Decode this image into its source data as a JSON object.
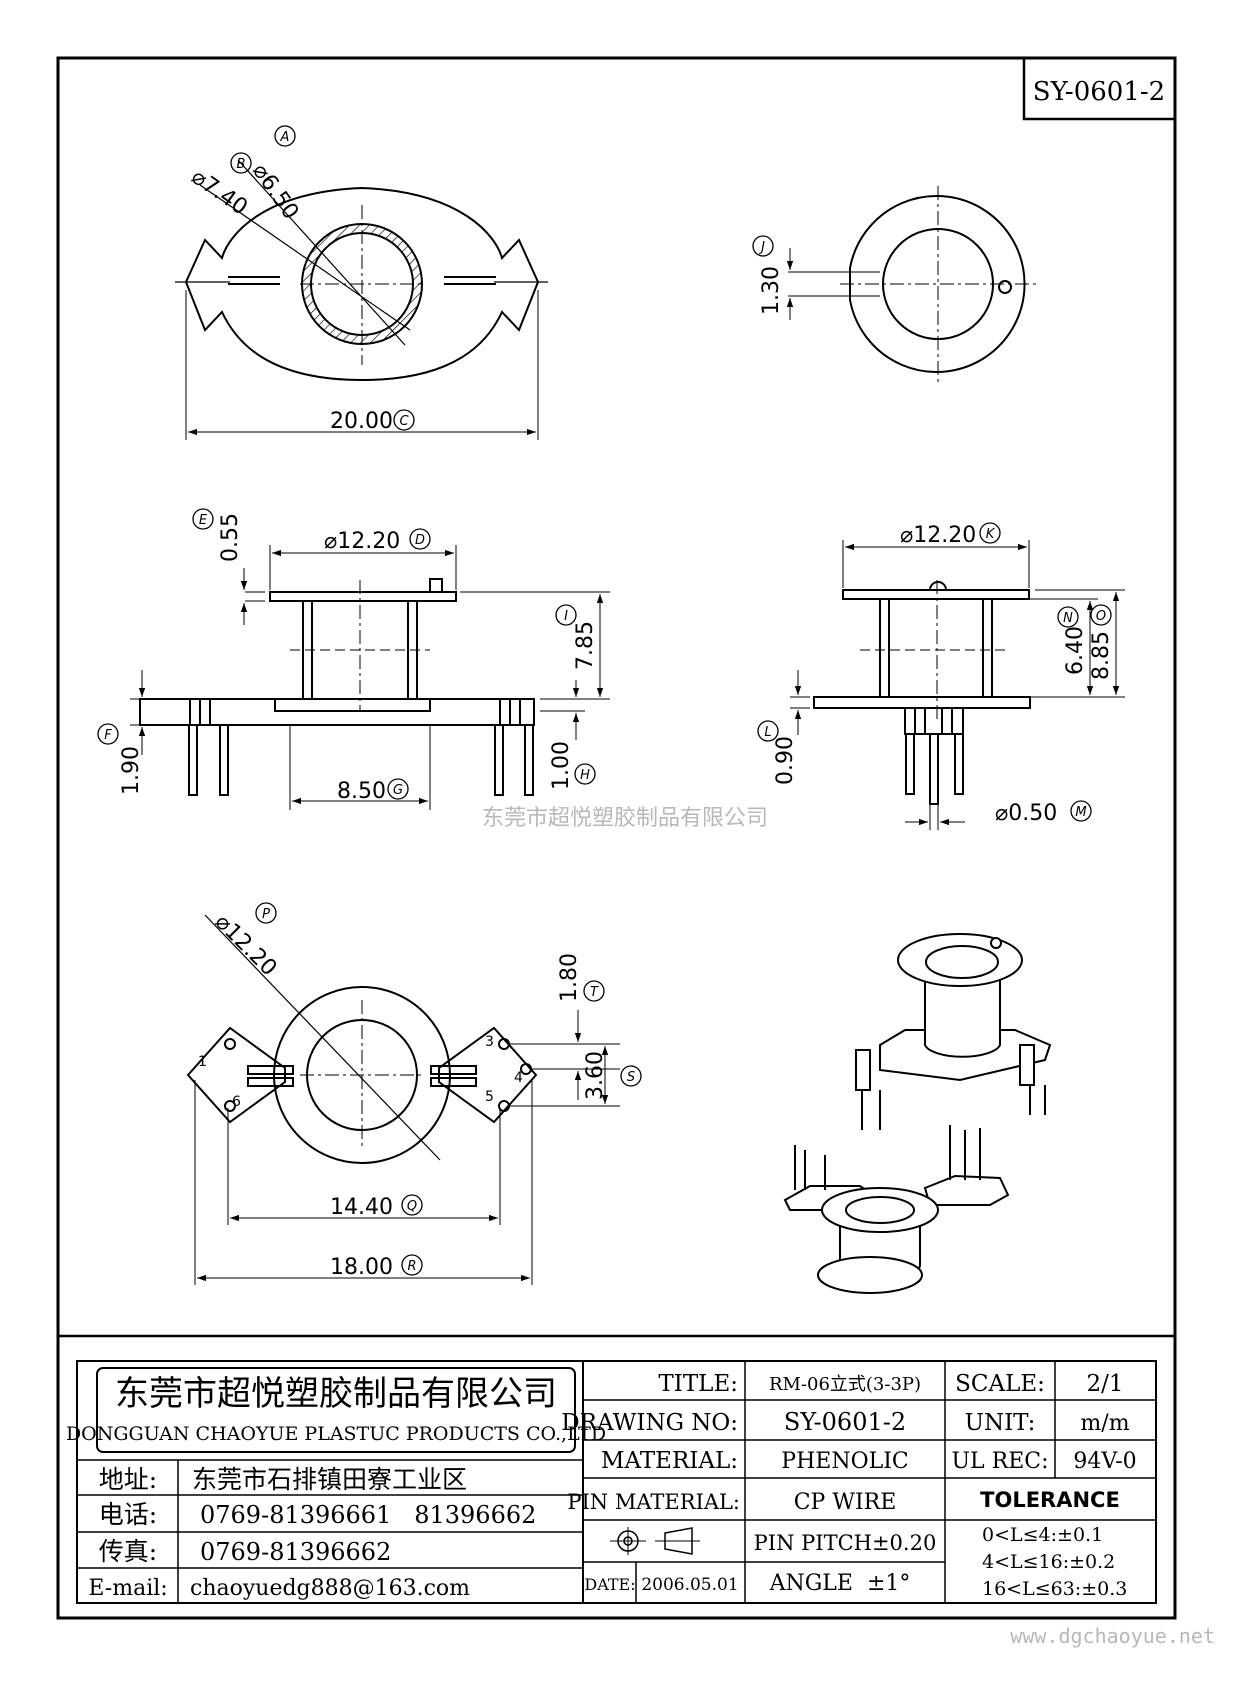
{
  "drawing_code": "SY-0601-2",
  "dims": {
    "a": "⌀6.50",
    "a_tag": "A",
    "b": "⌀7.40",
    "b_tag": "B",
    "c": "20.00",
    "c_tag": "C",
    "d": "⌀12.20",
    "d_tag": "D",
    "e": "0.55",
    "e_tag": "E",
    "f": "1.90",
    "f_tag": "F",
    "g": "8.50",
    "g_tag": "G",
    "h": "1.00",
    "h_tag": "H",
    "i": "7.85",
    "i_tag": "I",
    "j": "1.30",
    "j_tag": "J",
    "k": "⌀12.20",
    "k_tag": "K",
    "l": "0.90",
    "l_tag": "L",
    "m": "⌀0.50",
    "m_tag": "M",
    "n": "6.40",
    "n_tag": "N",
    "o": "8.85",
    "o_tag": "O",
    "p": "⌀12.20",
    "p_tag": "P",
    "q": "14.40",
    "q_tag": "Q",
    "r": "18.00",
    "r_tag": "R",
    "s": "3.60",
    "s_tag": "S",
    "t": "1.80",
    "t_tag": "T"
  },
  "pins": {
    "p1": "1",
    "p3": "3",
    "p4": "4",
    "p5": "5",
    "p6": "6"
  },
  "watermark_center": "东莞市超悦塑胶制品有限公司",
  "watermark_corner": "www.dgchaoyue.net",
  "title_block": {
    "company_cn": "东莞市超悦塑胶制品有限公司",
    "company_en": "DONGGUAN CHAOYUE PLASTUC PRODUCTS CO.,LTD",
    "address_label": "地址:",
    "address_value": "东莞市石排镇田寮工业区",
    "phone_label": "电话:",
    "phone_value": "0769-81396661   81396662",
    "fax_label": "传真:",
    "fax_value": "0769-81396662",
    "email_label": "E-mail:",
    "email_value": "chaoyuedg888@163.com",
    "title_label": "TITLE:",
    "title_value": "RM-06立式(3-3P)",
    "scale_label": "SCALE:",
    "scale_value": "2/1",
    "drawing_no_label": "DRAWING NO:",
    "drawing_no_value": "SY-0601-2",
    "unit_label": "UNIT:",
    "unit_value": "m/m",
    "material_label": "MATERIAL:",
    "material_value": "PHENOLIC",
    "ul_label": "UL REC:",
    "ul_value": "94V-0",
    "pin_material_label": "PIN MATERIAL:",
    "pin_material_value": "CP WIRE",
    "tolerance_label": "TOLERANCE",
    "pin_pitch": "PIN PITCH±0.20",
    "angle": "ANGLE  ±1°",
    "tol1": "0<L≤4:±0.1",
    "tol2": "4<L≤16:±0.2",
    "tol3": "16<L≤63:±0.3",
    "date_label": "DATE:",
    "date_value": "2006.05.01"
  }
}
